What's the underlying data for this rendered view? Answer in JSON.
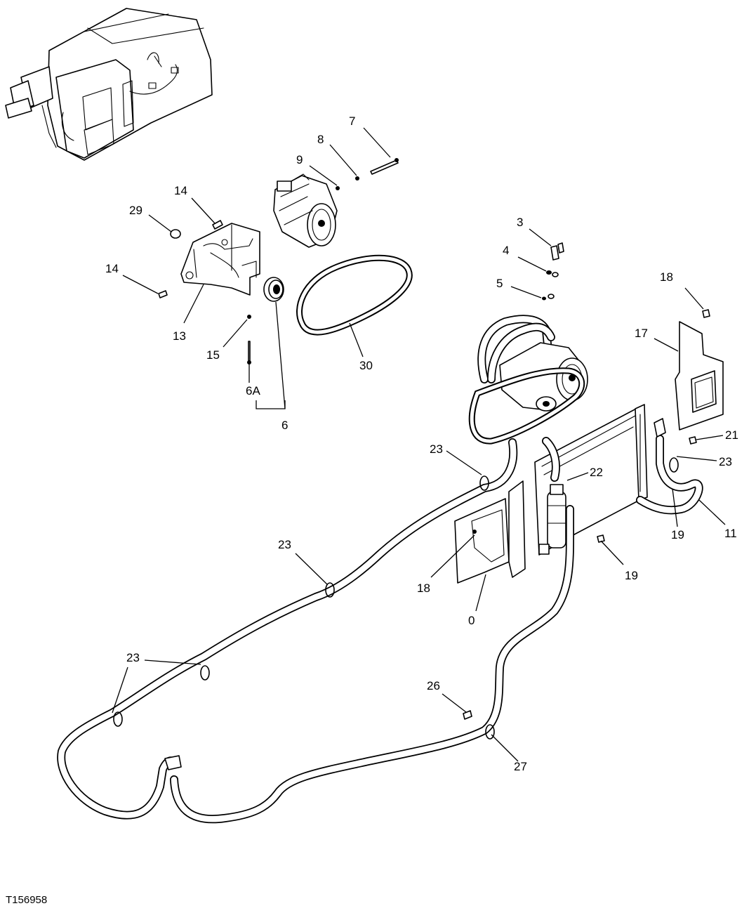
{
  "figure_id": "T156958",
  "callouts": {
    "c7": "7",
    "c8": "8",
    "c9": "9",
    "c14a": "14",
    "c29": "29",
    "c14b": "14",
    "c13": "13",
    "c15": "15",
    "c6a": "6A",
    "c6": "6",
    "c30": "30",
    "c3": "3",
    "c4": "4",
    "c5": "5",
    "c18a": "18",
    "c17": "17",
    "c21": "21",
    "c23a": "23",
    "c23b": "23",
    "c22": "22",
    "c19a": "19",
    "c11": "11",
    "c23c": "23",
    "c18b": "18",
    "c0": "0",
    "c19b": "19",
    "c23d": "23",
    "c26": "26",
    "c27": "27"
  }
}
